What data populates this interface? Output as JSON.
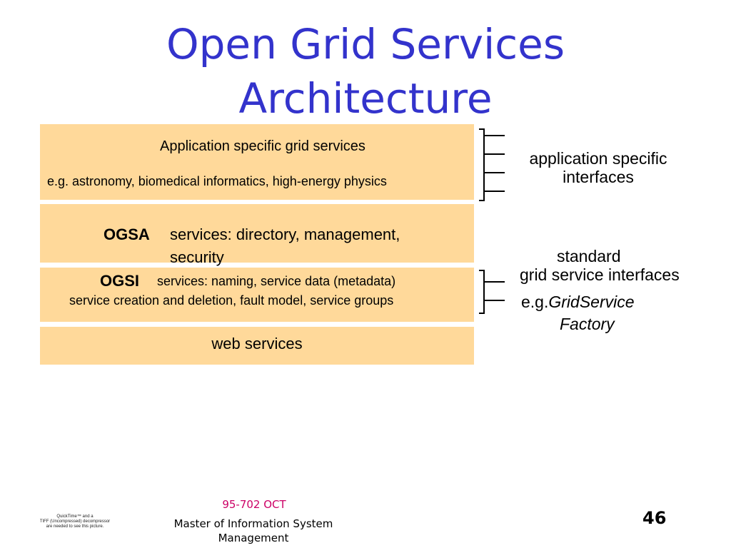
{
  "title": {
    "line1": "Open Grid Services",
    "line2": "Architecture"
  },
  "layers": {
    "app": {
      "heading": "Application specific grid services",
      "examples": "e.g. astronomy, biomedical informatics, high-energy physics"
    },
    "ogsa": {
      "label": "OGSA",
      "desc_line1": "services: directory, management,",
      "desc_line2": "security"
    },
    "ogsi": {
      "label": "OGSI",
      "desc_line1": "services: naming, service data (metadata)",
      "desc_line2": "service creation and deletion, fault model, service groups"
    },
    "web": {
      "label": "web services"
    }
  },
  "annotations": {
    "app_interfaces": {
      "line1": "application specific",
      "line2": "interfaces"
    },
    "standard": {
      "line1": "standard",
      "line2": "grid service interfaces"
    },
    "example": {
      "prefix": "e.g.",
      "item1": "GridService",
      "item2": "Factory"
    }
  },
  "footer": {
    "course": "95-702 OCT",
    "program_line1": "Master of Information System",
    "program_line2": "Management",
    "page_number": "46",
    "quicktime_line1": "QuickTime™ and a",
    "quicktime_line2": "TIFF (Uncompressed) decompressor",
    "quicktime_line3": "are needed to see this picture."
  },
  "colors": {
    "title": "#3333cc",
    "layer_fill": "#ffd99a",
    "course": "#cc0066"
  }
}
